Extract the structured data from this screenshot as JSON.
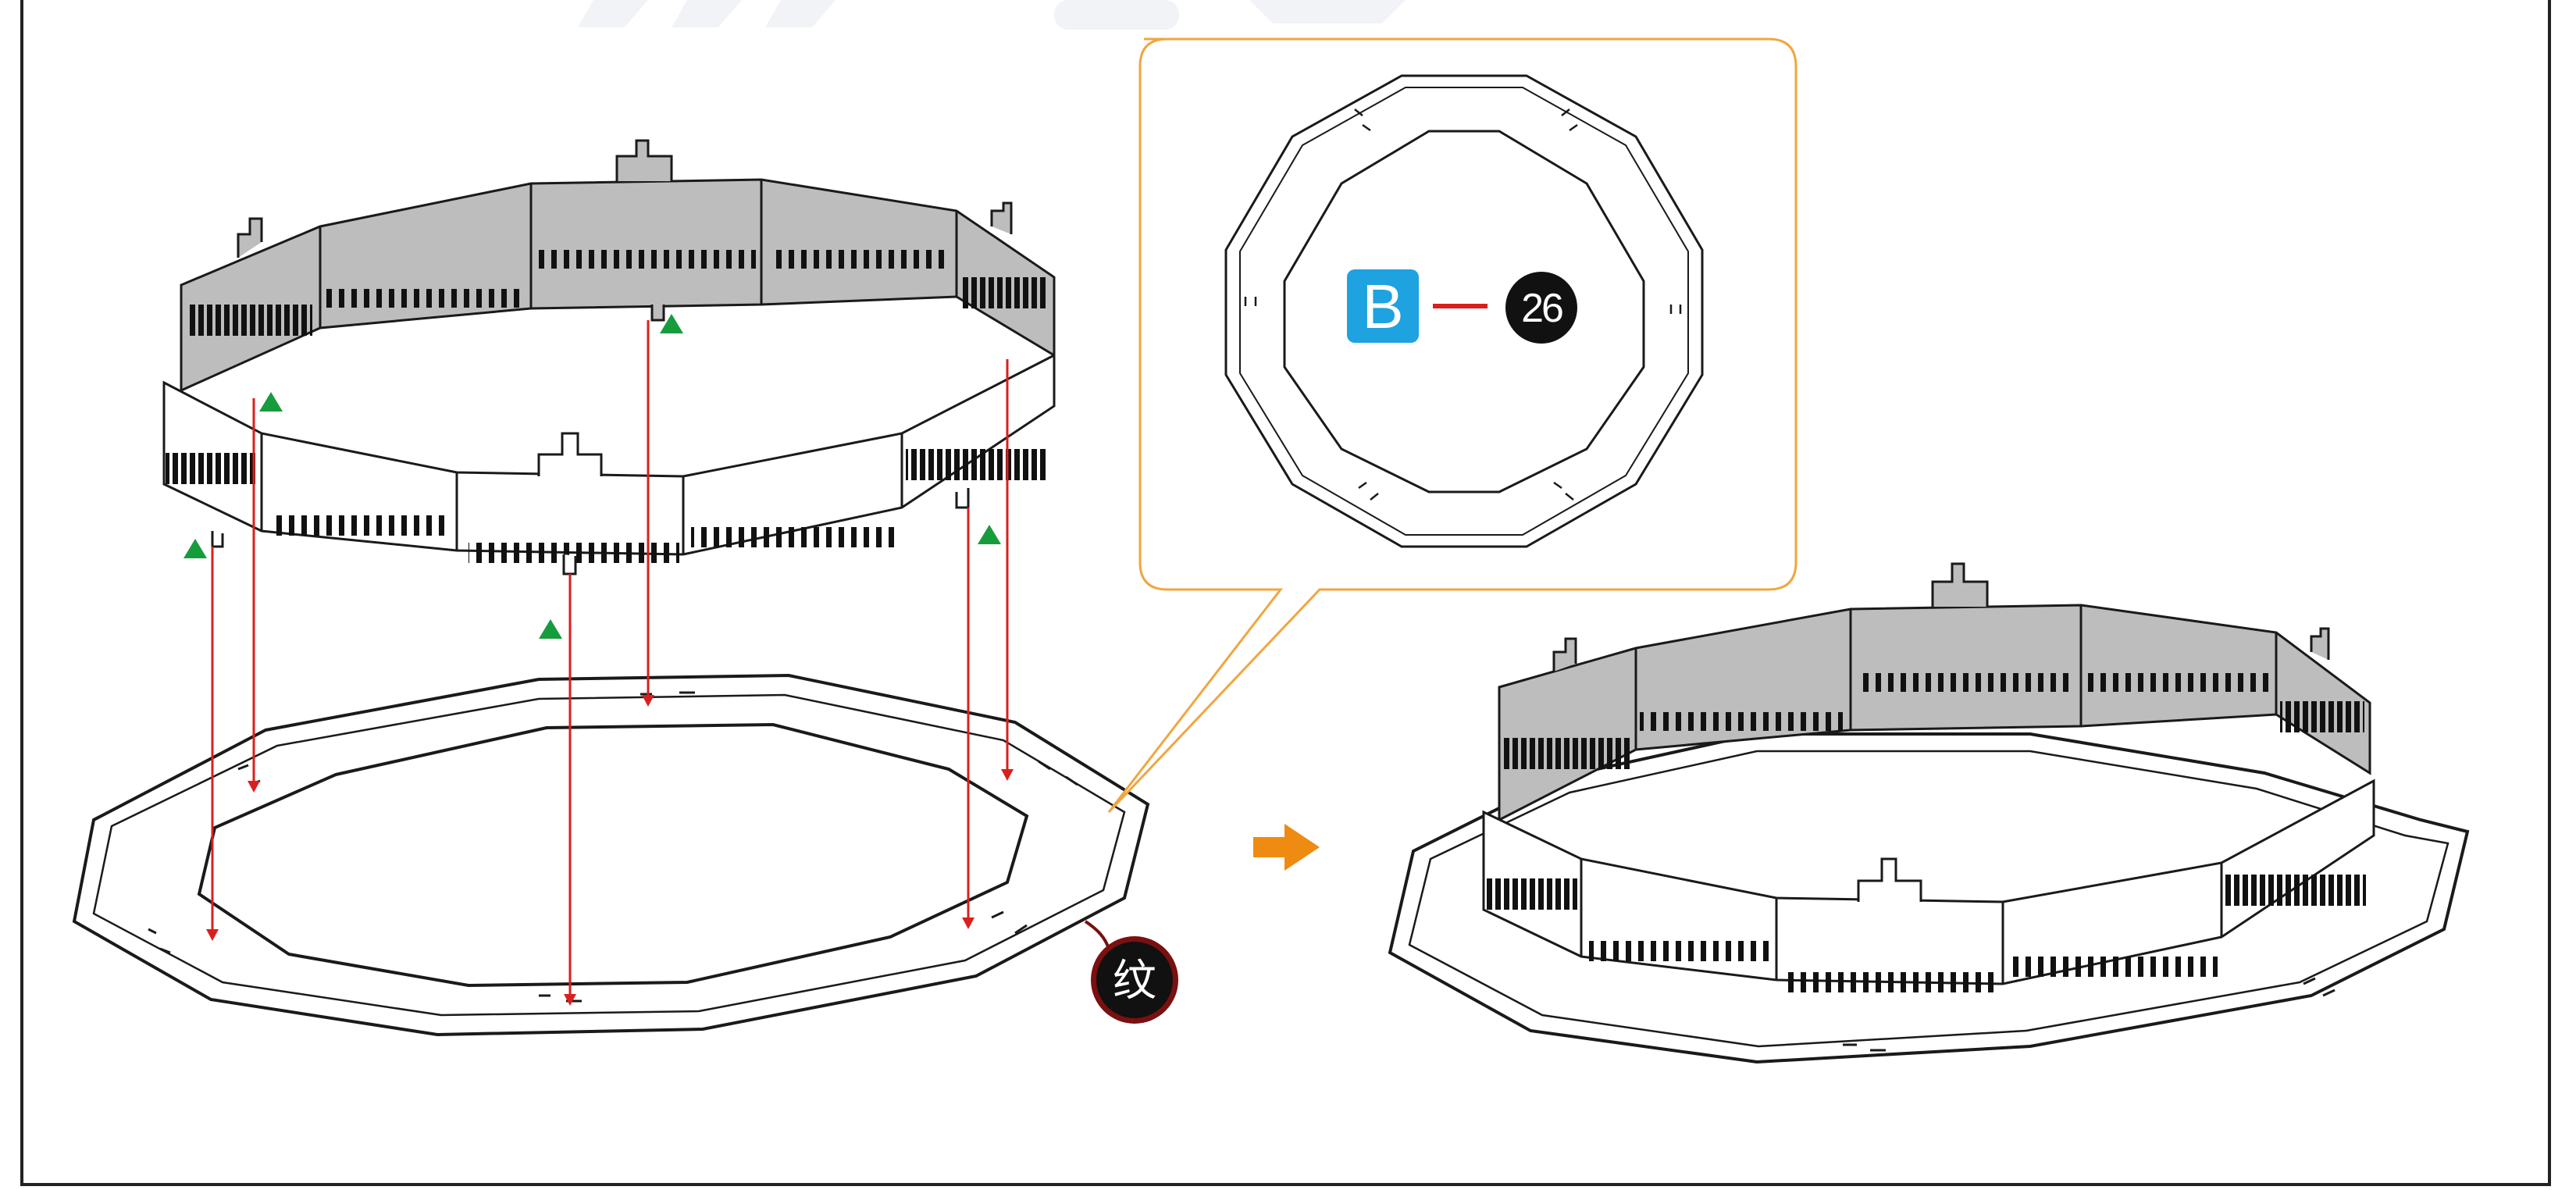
{
  "callout": {
    "part_letter": "B",
    "part_number": "26"
  },
  "texture_badge": {
    "label": "纹"
  },
  "colors": {
    "wall_fill": "#bdbdbd",
    "window_fill": "#111111",
    "guide_line": "#d9201e",
    "marker": "#169c3c",
    "callout_border": "#f0a640",
    "arrow": "#ef8b10",
    "letter_badge": "#1ea2e0",
    "badge_dark": "#111111"
  },
  "icons": {
    "marker": "green-triangle-marker",
    "step_arrow": "orange-right-arrow"
  }
}
